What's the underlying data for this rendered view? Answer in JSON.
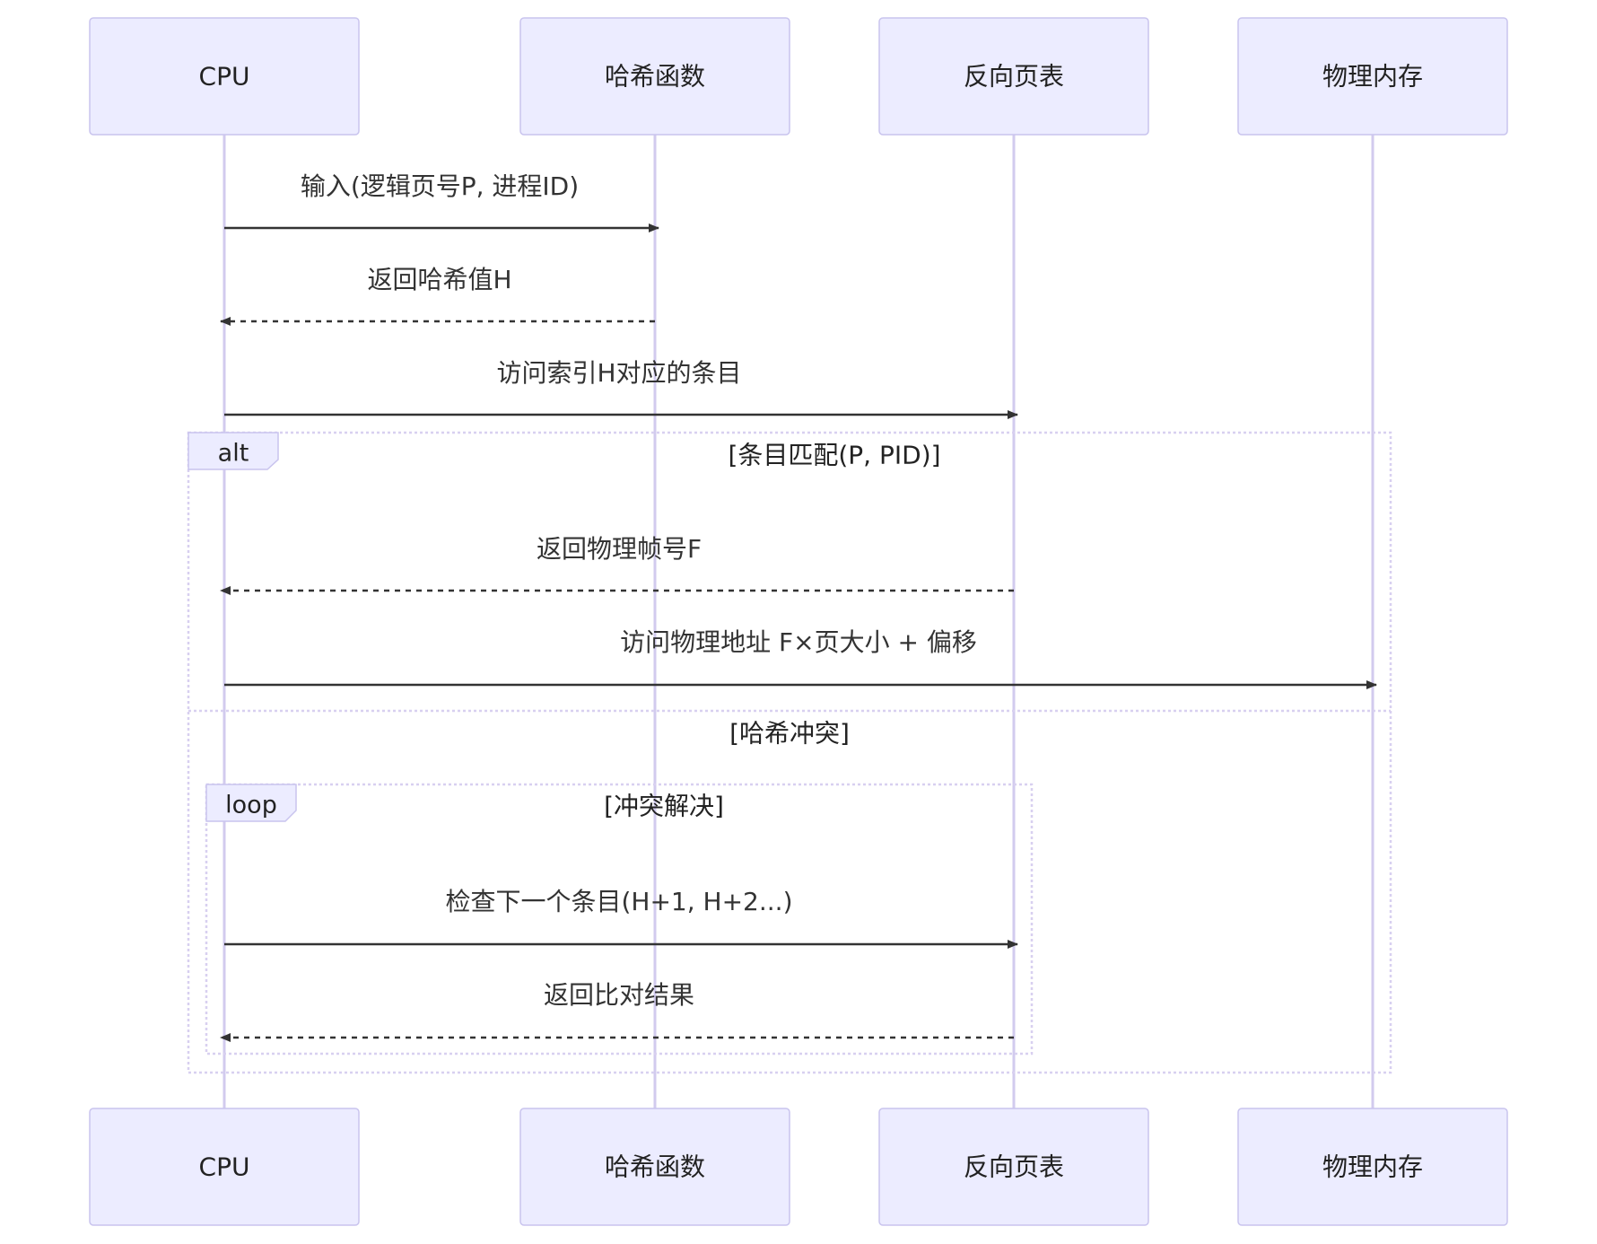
{
  "participants": [
    {
      "id": "cpu",
      "label": "CPU"
    },
    {
      "id": "hash",
      "label": "哈希函数"
    },
    {
      "id": "ipt",
      "label": "反向页表"
    },
    {
      "id": "mem",
      "label": "物理内存"
    }
  ],
  "messages": [
    {
      "from": "cpu",
      "to": "hash",
      "label": "输入(逻辑页号P, 进程ID)",
      "style": "solid"
    },
    {
      "from": "hash",
      "to": "cpu",
      "label": "返回哈希值H",
      "style": "dashed"
    },
    {
      "from": "cpu",
      "to": "ipt",
      "label": "访问索引H对应的条目",
      "style": "solid"
    },
    {
      "from": "ipt",
      "to": "cpu",
      "label": "返回物理帧号F",
      "style": "dashed"
    },
    {
      "from": "cpu",
      "to": "mem",
      "label": "访问物理地址 F×页大小 + 偏移",
      "style": "solid"
    },
    {
      "from": "cpu",
      "to": "ipt",
      "label": "检查下一个条目(H+1, H+2...)",
      "style": "solid"
    },
    {
      "from": "ipt",
      "to": "cpu",
      "label": "返回比对结果",
      "style": "dashed"
    }
  ],
  "fragments": {
    "alt": {
      "type": "alt",
      "condition": "[条目匹配(P, PID)]",
      "else_condition": "[哈希冲突]"
    },
    "loop": {
      "type": "loop",
      "condition": "[冲突解决]"
    }
  },
  "colors": {
    "actor_fill": "#ECECFF",
    "actor_stroke": "#C9C4EE",
    "lifeline": "#D2CBEE",
    "arrow": "#333333"
  }
}
